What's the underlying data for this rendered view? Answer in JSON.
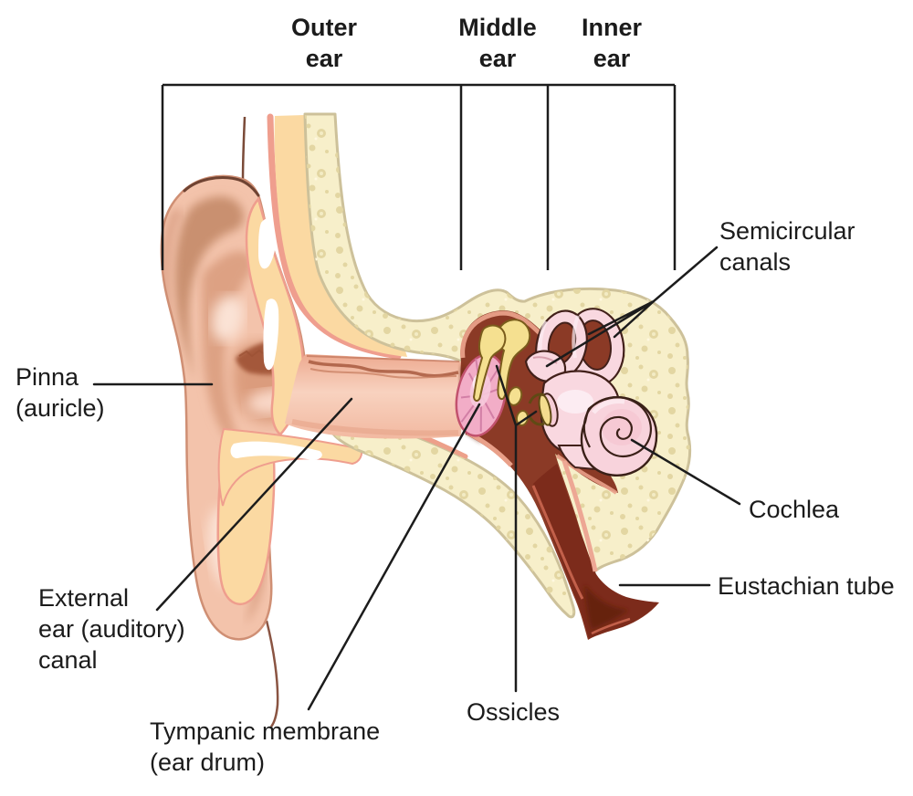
{
  "regions": [
    {
      "id": "outer-ear",
      "label": "Outer\near"
    },
    {
      "id": "middle-ear",
      "label": "Middle\near"
    },
    {
      "id": "inner-ear",
      "label": "Inner\near"
    }
  ],
  "labels": {
    "semicircular_canals": "Semicircular\ncanals",
    "pinna": "Pinna\n(auricle)",
    "external_canal": "External\near (auditory)\ncanal",
    "tympanic_membrane": "Tympanic membrane\n(ear drum)",
    "ossicles": "Ossicles",
    "cochlea": "Cochlea",
    "eustachian_tube": "Eustachian tube"
  },
  "colors": {
    "background": "#ffffff",
    "line": "#1c1c1c",
    "skin": "#f3c3ab",
    "skin_outline": "#7a4a38",
    "fat_yellow": "#fbd9a2",
    "bone": "#f7efca",
    "bone_outline": "#cdc19a",
    "bone_speckle": "#e3d6a2",
    "middle_ear_cavity": "#8b3a26",
    "eustachian_red": "#7c2b1b",
    "tympanic_membrane_pink": "#f2adc7",
    "ossicle_yellow": "#f5e090",
    "inner_ear_pink": "#f9d8e0"
  }
}
